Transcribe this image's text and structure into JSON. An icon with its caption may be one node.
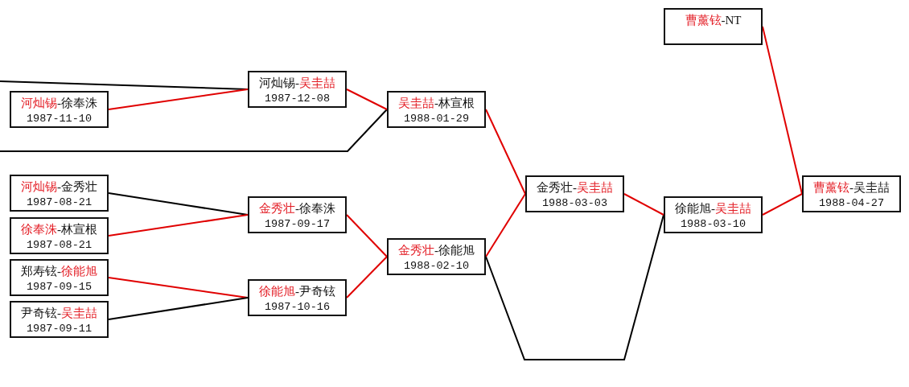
{
  "diagram": {
    "nodes": [
      {
        "text": [
          "**河灿锡**-徐奉洙",
          "1987-11-10"
        ]
      },
      {
        "text": [
          "**河灿锡**-金秀壮",
          "1987-08-21"
        ]
      },
      {
        "text": [
          "**徐奉洙**-林宣根",
          "1987-08-21"
        ]
      },
      {
        "text": [
          "郑寿铉-**徐能旭**",
          "1987-09-15"
        ]
      },
      {
        "text": [
          "尹奇铉-**吴圭喆**",
          "1987-09-11"
        ]
      },
      {
        "text": [
          "河灿锡-**吴圭喆**",
          "1987-12-08"
        ]
      },
      {
        "text": [
          "**金秀壮**-徐奉洙",
          "1987-09-17"
        ]
      },
      {
        "text": [
          "**徐能旭**-尹奇铉",
          "1987-10-16"
        ]
      },
      {
        "text": [
          "**吴圭喆**-林宣根",
          "1988-01-29"
        ]
      },
      {
        "text": [
          "**金秀壮**-徐能旭",
          "1988-02-10"
        ]
      },
      {
        "text": [
          "金秀壮-**吴圭喆**",
          "1988-03-03"
        ]
      },
      {
        "text": [
          "**曹薰铉**-NT"
        ]
      },
      {
        "text": [
          "徐能旭-**吴圭喆**",
          "1988-03-10"
        ]
      },
      {
        "text": [
          "**曹薰铉**-吴圭喆",
          "1988-04-27"
        ]
      }
    ],
    "edges": [
      {
        "from": null,
        "to": 5,
        "arrow": "none",
        "color": "#000000"
      },
      {
        "from": 0,
        "to": 5,
        "arrow": "none"
      },
      {
        "from": null,
        "to": 8,
        "arrow": "none",
        "color": "#000000"
      },
      {
        "from": 5,
        "to": 8,
        "arrow": "none"
      },
      {
        "from": 1,
        "to": 6,
        "arrow": "none",
        "color": "#000000"
      },
      {
        "from": 2,
        "to": 6,
        "arrow": "none"
      },
      {
        "from": 3,
        "to": 7,
        "arrow": "none"
      },
      {
        "from": 4,
        "to": 7,
        "arrow": "none",
        "color": "#000000"
      },
      {
        "from": 6,
        "to": 9,
        "arrow": "none"
      },
      {
        "from": 7,
        "to": 9,
        "arrow": "none"
      },
      {
        "from": 8,
        "to": 10,
        "arrow": "none"
      },
      {
        "from": 9,
        "to": 10,
        "arrow": "none"
      },
      {
        "from": 9,
        "to": 12,
        "arrow": "none",
        "color": "#000000"
      },
      {
        "from": 10,
        "to": 12,
        "arrow": "none"
      },
      {
        "from": 11,
        "to": 13,
        "arrow": "none"
      },
      {
        "from": 12,
        "to": 13,
        "arrow": "none"
      }
    ]
  }
}
